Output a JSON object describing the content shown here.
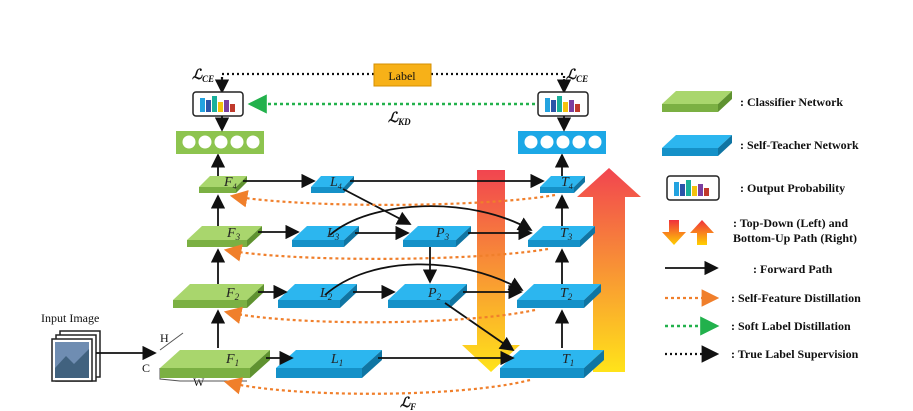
{
  "input": {
    "label": "Input Image",
    "h": "H",
    "c": "C",
    "w": "W"
  },
  "label_box": "Label",
  "loss": {
    "ce_left": "ℒ",
    "ce_sub": "CE",
    "ce_right": "ℒ",
    "kd": "ℒ",
    "kd_sub": "KD",
    "f": "ℒ",
    "f_sub": "F"
  },
  "classifier": {
    "nodes": [
      {
        "name": "F",
        "sub": "1"
      },
      {
        "name": "F",
        "sub": "2"
      },
      {
        "name": "F",
        "sub": "3"
      },
      {
        "name": "F",
        "sub": "4"
      }
    ]
  },
  "lateral": {
    "nodes": [
      {
        "name": "L",
        "sub": "1"
      },
      {
        "name": "L",
        "sub": "2"
      },
      {
        "name": "L",
        "sub": "3"
      },
      {
        "name": "L",
        "sub": "4"
      }
    ]
  },
  "topdown": {
    "nodes": [
      {
        "name": "P",
        "sub": "2"
      },
      {
        "name": "P",
        "sub": "3"
      }
    ]
  },
  "teacher": {
    "nodes": [
      {
        "name": "T",
        "sub": "1"
      },
      {
        "name": "T",
        "sub": "2"
      },
      {
        "name": "T",
        "sub": "3"
      },
      {
        "name": "T",
        "sub": "4"
      }
    ]
  },
  "legend": {
    "classifier": ": Classifier Network",
    "teacher": ": Self-Teacher Network",
    "output_prob": ": Output Probability",
    "path_line1": ": Top-Down (Left) and",
    "path_line2": "Bottom-Up Path (Right)",
    "forward": ": Forward Path",
    "self_feature": ": Self-Feature Distillation",
    "soft_label": ": Soft Label Distillation",
    "true_label": ": True Label Supervision"
  },
  "colors": {
    "green": "#8dc44f",
    "blue": "#1ca8e6",
    "orange_dot": "#f07f2b",
    "green_dot": "#22b14c",
    "label_box": "#f7b118"
  }
}
